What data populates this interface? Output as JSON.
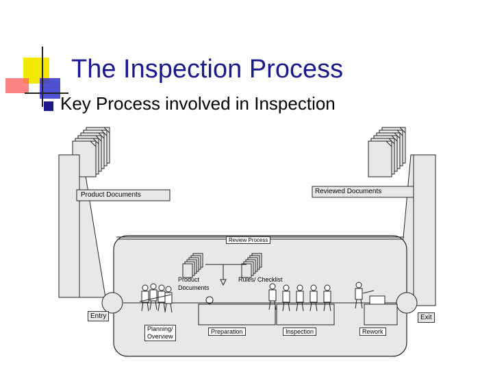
{
  "slide": {
    "title": "The Inspection Process",
    "bullet": "Key Process involved in Inspection"
  },
  "diagram": {
    "product_documents_label": "Product Documents",
    "reviewed_documents_label": "Reviewed Documents",
    "review_process_label": "Review Process",
    "inner_product_documents_label": "Product\nDocuments",
    "rules_checklist_label": "Rules/ Checklist",
    "entry_label": "Entry",
    "exit_label": "Exit",
    "planning_overview_label": "Planning/\nOverview",
    "preparation_label": "Preparation",
    "inspection_label": "Inspection",
    "rework_label": "Rework"
  }
}
